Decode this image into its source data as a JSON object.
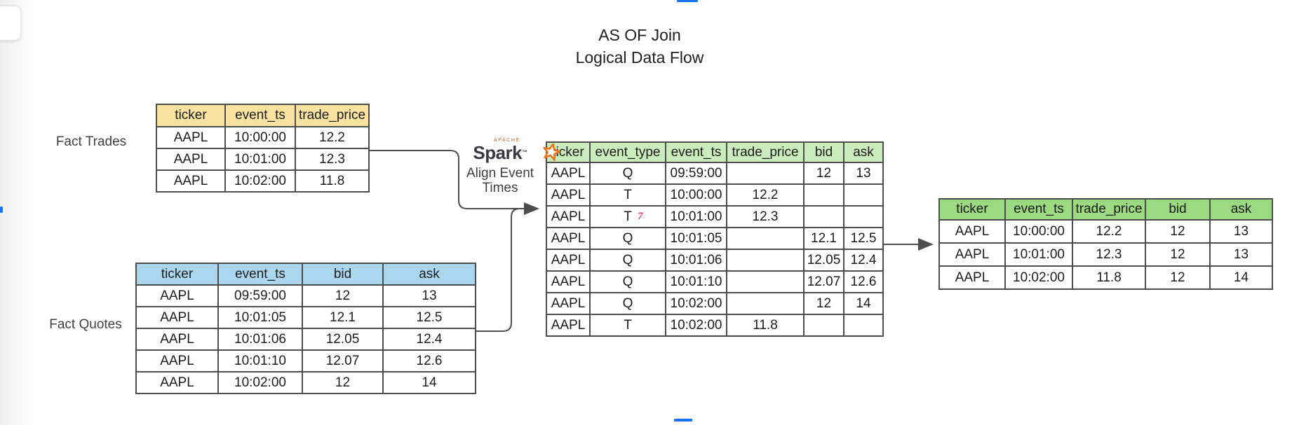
{
  "title": {
    "line1": "AS OF Join",
    "line2": "Logical Data Flow"
  },
  "labels": {
    "fact_trades": "Fact Trades",
    "fact_quotes": "Fact Quotes"
  },
  "spark": {
    "apache": "APACHE",
    "name": "Spark",
    "tm": "™",
    "caption_line1": "Align Event",
    "caption_line2": "Times"
  },
  "annotations": {
    "collab_cursor": "7"
  },
  "colors": {
    "trades_header": "#fae3a0",
    "quotes_header": "#abd7ee",
    "aligned_header": "#cbecbc",
    "result_header": "#9bda80",
    "table_border": "#4d4d4d",
    "arrow": "#4d4d4d",
    "spark_orange": "#e8731c",
    "cursor_pink": "#ed3a6b",
    "scroll_marker_blue": "#1574f6"
  },
  "tables": {
    "fact_trades": {
      "columns": [
        "ticker",
        "event_ts",
        "trade_price"
      ],
      "rows": [
        [
          "AAPL",
          "10:00:00",
          "12.2"
        ],
        [
          "AAPL",
          "10:01:00",
          "12.3"
        ],
        [
          "AAPL",
          "10:02:00",
          "11.8"
        ]
      ]
    },
    "fact_quotes": {
      "columns": [
        "ticker",
        "event_ts",
        "bid",
        "ask"
      ],
      "rows": [
        [
          "AAPL",
          "09:59:00",
          "12",
          "13"
        ],
        [
          "AAPL",
          "10:01:05",
          "12.1",
          "12.5"
        ],
        [
          "AAPL",
          "10:01:06",
          "12.05",
          "12.4"
        ],
        [
          "AAPL",
          "10:01:10",
          "12.07",
          "12.6"
        ],
        [
          "AAPL",
          "10:02:00",
          "12",
          "14"
        ]
      ]
    },
    "aligned_events": {
      "columns": [
        "ticker",
        "event_type",
        "event_ts",
        "trade_price",
        "bid",
        "ask"
      ],
      "rows": [
        [
          "AAPL",
          "Q",
          "09:59:00",
          "",
          "12",
          "13"
        ],
        [
          "AAPL",
          "T",
          "10:00:00",
          "12.2",
          "",
          ""
        ],
        [
          "AAPL",
          "T",
          "10:01:00",
          "12.3",
          "",
          ""
        ],
        [
          "AAPL",
          "Q",
          "10:01:05",
          "",
          "12.1",
          "12.5"
        ],
        [
          "AAPL",
          "Q",
          "10:01:06",
          "",
          "12.05",
          "12.4"
        ],
        [
          "AAPL",
          "Q",
          "10:01:10",
          "",
          "12.07",
          "12.6"
        ],
        [
          "AAPL",
          "Q",
          "10:02:00",
          "",
          "12",
          "14"
        ],
        [
          "AAPL",
          "T",
          "10:02:00",
          "11.8",
          "",
          ""
        ]
      ]
    },
    "asof_result": {
      "columns": [
        "ticker",
        "event_ts",
        "trade_price",
        "bid",
        "ask"
      ],
      "rows": [
        [
          "AAPL",
          "10:00:00",
          "12.2",
          "12",
          "13"
        ],
        [
          "AAPL",
          "10:01:00",
          "12.3",
          "12",
          "13"
        ],
        [
          "AAPL",
          "10:02:00",
          "11.8",
          "12",
          "14"
        ]
      ]
    }
  }
}
